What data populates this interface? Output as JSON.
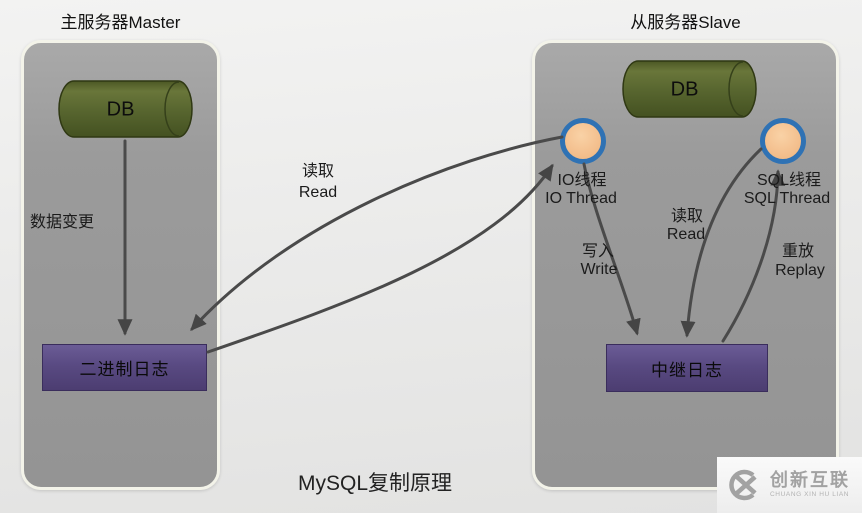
{
  "diagram": {
    "title": "MySQL复制原理"
  },
  "master": {
    "title": "主服务器Master",
    "db": "DB",
    "data_change": "数据变更",
    "binlog": "二进制日志"
  },
  "slave": {
    "title": "从服务器Slave",
    "db": "DB",
    "relay_log": "中继日志",
    "io_thread_zh": "IO线程",
    "io_thread_en": "IO Thread",
    "sql_thread_zh": "SQL线程",
    "sql_thread_en": "SQL Thread"
  },
  "flows": {
    "read_binlog_zh": "读取",
    "read_binlog_en": "Read",
    "write_relay_zh": "写入",
    "write_relay_en": "Write",
    "read_relay_zh": "读取",
    "read_relay_en": "Read",
    "replay_zh": "重放",
    "replay_en": "Replay"
  },
  "watermark": {
    "brand": "创新互联",
    "tagline": "CHUANG XIN HU LIAN"
  },
  "colors": {
    "arrow": "#474747",
    "panel_gray": "#9a9a9a",
    "cylinder_green": "#57652e",
    "log_purple": "#594a82",
    "thread_fill": "#f4c190",
    "thread_ring": "#2f72b4"
  }
}
